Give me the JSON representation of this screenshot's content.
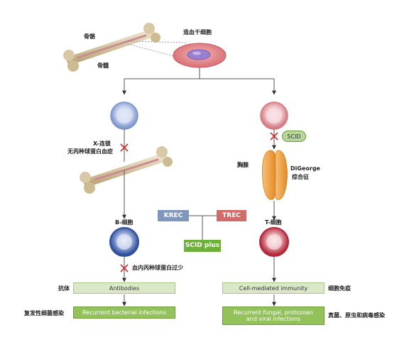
{
  "labels": {
    "bone": "骨骼",
    "marrow": "骨髓",
    "hsc": "造血干细胞",
    "xla_line1": "X-连锁",
    "xla_line2": "无丙种球蛋白血症",
    "thymus": "胸腺",
    "digeorge_line1": "DiGeorge",
    "digeorge_line2": "综合征",
    "bcell": "B-细胞",
    "tcell": "T-细胞",
    "agamma": "血内丙种球蛋白过少",
    "antibody_cn": "抗体",
    "recurrent_bact_cn": "复发性细菌感染",
    "cell_immunity_cn": "细胞免疫",
    "fungal_cn": "真菌、原虫和病毒感染"
  },
  "boxes": {
    "krec": "KREC",
    "trec": "TREC",
    "scid_plus": "SCID plus",
    "scid": "SCID",
    "antibodies": "Antibodies",
    "recurrent_bacterial": "Recurrent bacterial infections",
    "cell_mediated": "Cell-mediated immunity",
    "recurrent_fungal_line1": "Recurrent fungal, protozoan",
    "recurrent_fungal_line2": "and viral infections"
  },
  "colors": {
    "bone": "#d8c9a6",
    "marrow": "#c98c92",
    "hsc_outer": "#e08d91",
    "hsc_inner": "#9a7fcf",
    "bcell": "#8ea6d8",
    "tcell": "#d9737a",
    "thymus": "#f0a040",
    "block": "#d22b2b"
  }
}
